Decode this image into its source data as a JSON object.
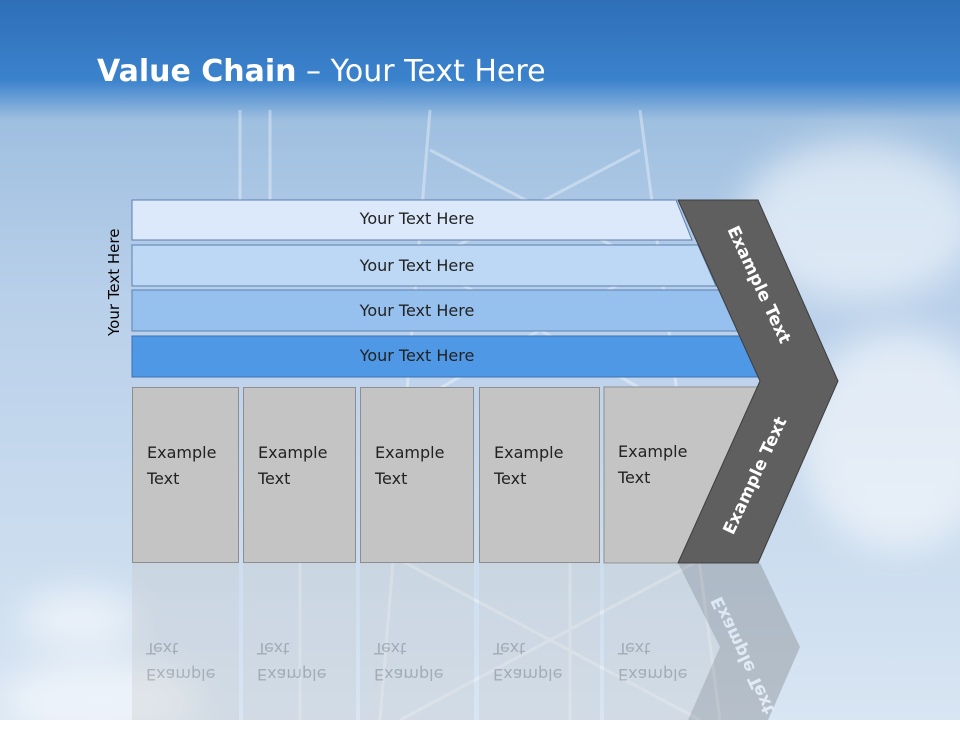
{
  "title": {
    "bold": "Value Chain",
    "rest": " – Your Text Here"
  },
  "side_label": "Your Text Here",
  "rows": [
    {
      "label": "Your Text Here",
      "color": "#dbe9fb"
    },
    {
      "label": "Your Text Here",
      "color": "#bcd8f5"
    },
    {
      "label": "Your Text Here",
      "color": "#96c0ee"
    },
    {
      "label": "Your Text Here",
      "color": "#4f98e6"
    }
  ],
  "boxes": [
    "Example\nText",
    "Example\nText",
    "Example\nText",
    "Example\nText",
    "Example\nText"
  ],
  "chevron": {
    "top_label": "Example Text",
    "bottom_label": "Example Text",
    "color": "#5f5f5f"
  }
}
